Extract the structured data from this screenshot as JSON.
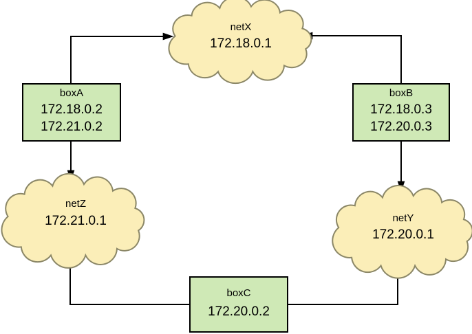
{
  "clouds": [
    {
      "name": "netX",
      "ip": "172.18.0.1"
    },
    {
      "name": "netZ",
      "ip": "172.21.0.1"
    },
    {
      "name": "netY",
      "ip": "172.20.0.1"
    }
  ],
  "routers": [
    {
      "name": "boxA",
      "ip1": "172.18.0.2",
      "ip2": "172.21.0.2"
    },
    {
      "name": "boxB",
      "ip1": "172.18.0.3",
      "ip2": "172.20.0.3"
    },
    {
      "name": "boxC",
      "ip1": "172.20.0.2"
    }
  ],
  "edges": [
    {
      "from": "boxA",
      "to": "netX"
    },
    {
      "from": "boxB",
      "to": "netX"
    },
    {
      "from": "boxA",
      "to": "netZ"
    },
    {
      "from": "boxB",
      "to": "netY"
    },
    {
      "from": "boxC",
      "to": "netZ"
    },
    {
      "from": "boxC",
      "to": "netY"
    }
  ],
  "colors": {
    "background": "#ffffff",
    "cloud_fill": "#fbeeb8",
    "cloud_stroke": "#8b8767",
    "box_fill": "#cfe9b6",
    "box_stroke": "#000000",
    "arrow": "#000000",
    "text": "#000000"
  }
}
